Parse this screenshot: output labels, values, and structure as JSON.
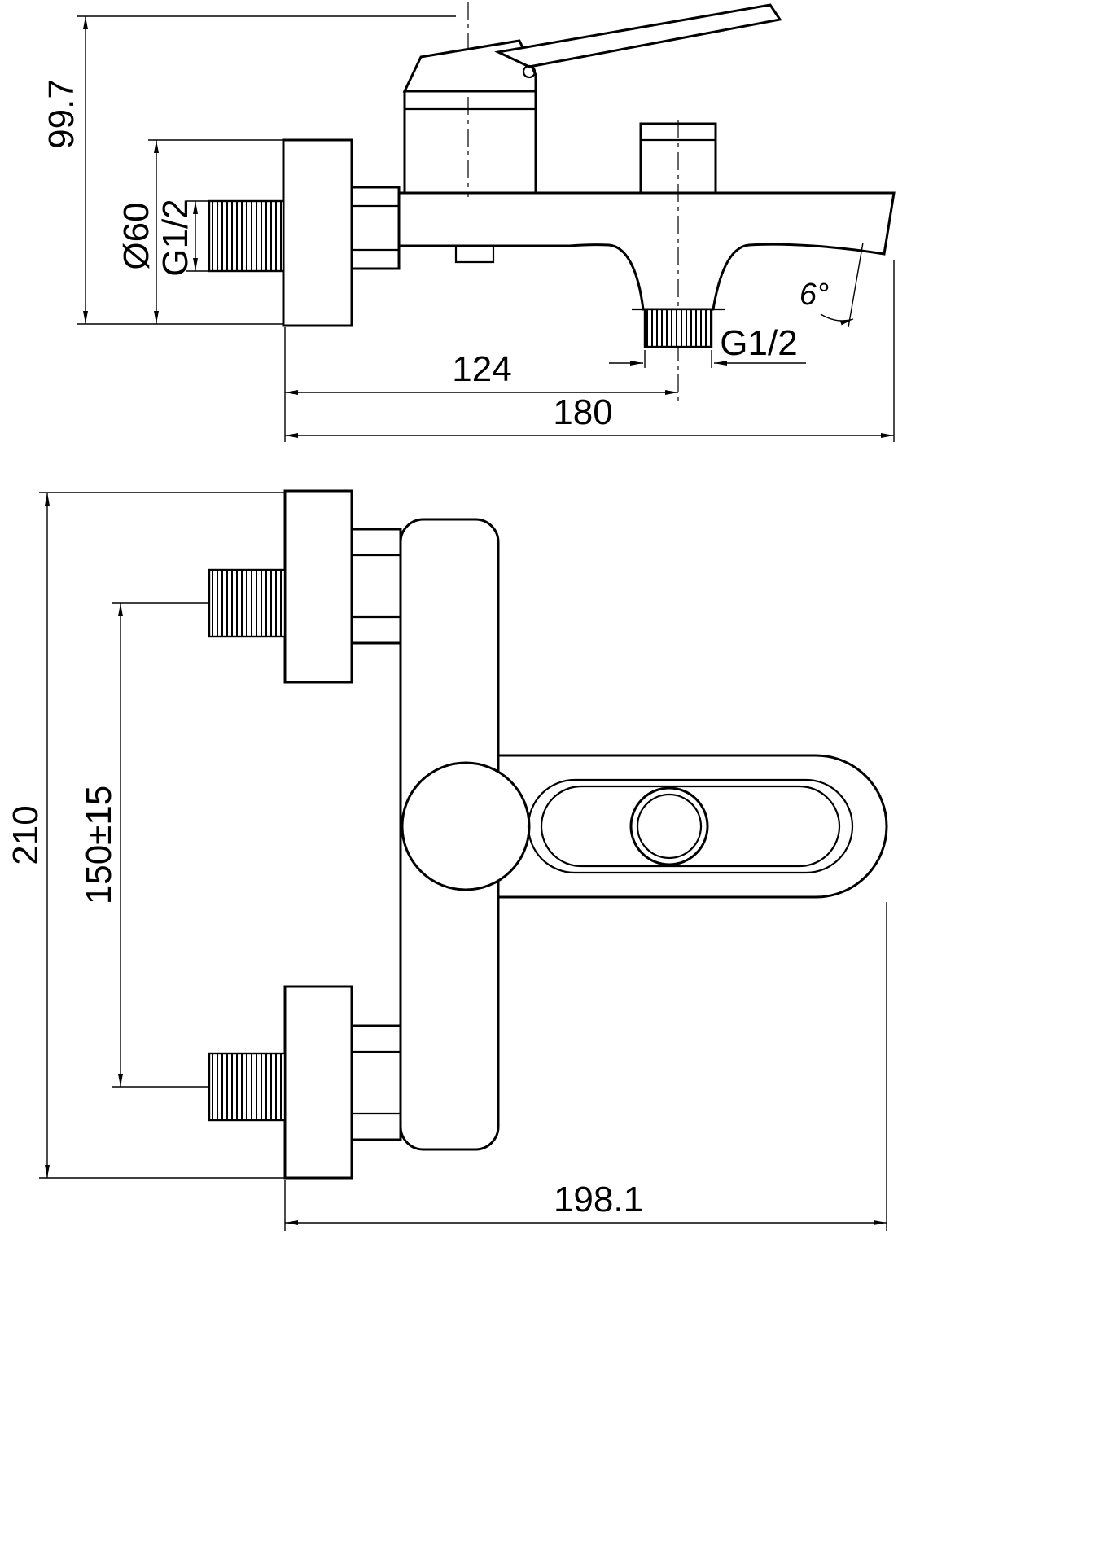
{
  "drawing": {
    "background": "#ffffff",
    "line_color": "#000000",
    "front_view": {
      "height": "99.7",
      "flange_diameter": "Ø60",
      "inlet_thread": "G1/2",
      "spout_offset": "124",
      "overall_length": "180",
      "spout_angle": "6°",
      "outlet_thread": "G1/2"
    },
    "plan_view": {
      "overall_height": "210",
      "inlet_spacing": "150±15",
      "overall_length": "198.1"
    }
  }
}
